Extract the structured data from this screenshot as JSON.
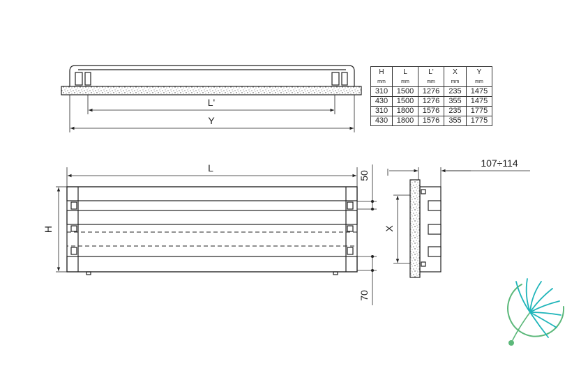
{
  "top_view": {
    "dim_lprime_label": "L'",
    "dim_y_label": "Y"
  },
  "front_view": {
    "dim_l_label": "L",
    "dim_h_label": "H",
    "dim_top_label": "50",
    "dim_bottom_label": "70"
  },
  "side_view": {
    "dim_x_label": "X",
    "dim_depth_label": "107÷114"
  },
  "table": {
    "headers": [
      {
        "name": "H",
        "unit": "mm"
      },
      {
        "name": "L",
        "unit": "mm"
      },
      {
        "name": "L'",
        "unit": "mm"
      },
      {
        "name": "X",
        "unit": "mm"
      },
      {
        "name": "Y",
        "unit": "mm"
      }
    ],
    "rows": [
      [
        "310",
        "1500",
        "1276",
        "235",
        "1475"
      ],
      [
        "430",
        "1500",
        "1276",
        "355",
        "1475"
      ],
      [
        "310",
        "1800",
        "1576",
        "235",
        "1775"
      ],
      [
        "430",
        "1800",
        "1576",
        "355",
        "1775"
      ]
    ]
  },
  "colors": {
    "line": "#222222",
    "logo_teal": "#1fb5ba",
    "logo_green": "#5cb87a"
  }
}
